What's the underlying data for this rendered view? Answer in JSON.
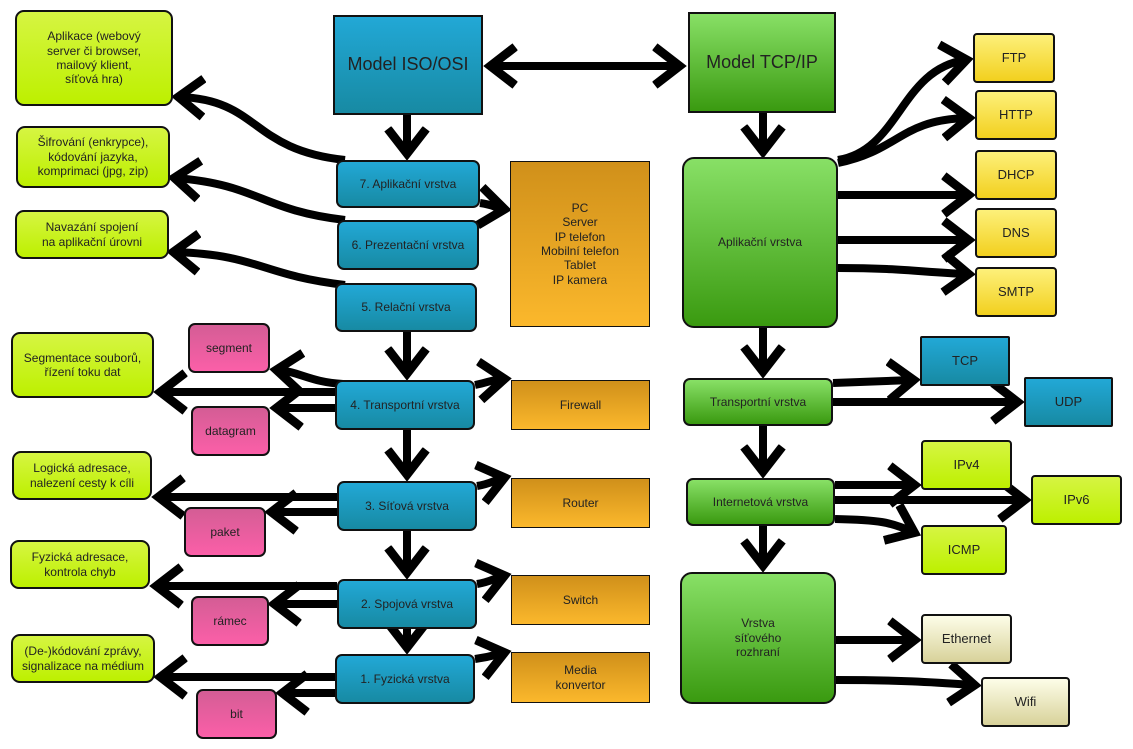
{
  "osi": {
    "title": "Model ISO/OSI",
    "layers": [
      "7. Aplikační vrstva",
      "6. Prezentační vrstva",
      "5. Relační vrstva",
      "4. Transportní vrstva",
      "3. Síťová vrstva",
      "2. Spojová vrstva",
      "1. Fyzická vrstva"
    ],
    "descriptions": [
      "Aplikace (webový\nserver či browser,\nmailový klient,\nsíťová hra)",
      "Šifrování (enkrypce),\nkódování jazyka,\nkomprimaci (jpg, zip)",
      "Navazání spojení\nna aplikační úrovni",
      "Segmentace souborů,\nřízení toku dat",
      "Logická adresace,\nnalezení cesty k cíli",
      "Fyzická adresace,\nkontrola chyb",
      "(De-)kódování zprávy,\nsignalizace na médium"
    ],
    "pdus": [
      "segment",
      "datagram",
      "paket",
      "rámec",
      "bit"
    ],
    "devices": [
      "PC\nServer\nIP telefon\nMobilní telefon\nTablet\nIP kamera",
      "Firewall",
      "Router",
      "Switch",
      "Media\nkonvertor"
    ]
  },
  "tcpip": {
    "title": "Model TCP/IP",
    "layers": [
      "Aplikační vrstva",
      "Transportní vrstva",
      "Internetová vrstva",
      "Vrstva\nsíťového\nrozhraní"
    ],
    "app_protocols": [
      "FTP",
      "HTTP",
      "DHCP",
      "DNS",
      "SMTP"
    ],
    "transport_protocols": [
      "TCP",
      "UDP"
    ],
    "internet_protocols": [
      "IPv4",
      "IPv6",
      "ICMP"
    ],
    "link_protocols": [
      "Ethernet",
      "Wifi"
    ]
  }
}
